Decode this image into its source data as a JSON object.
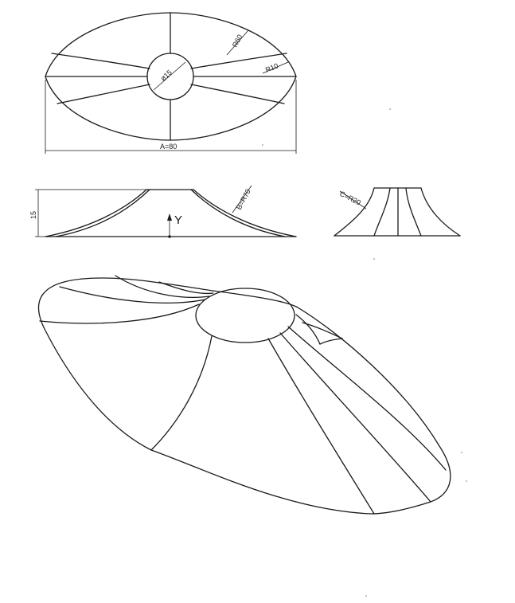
{
  "top_view": {
    "radius_outer": "R60",
    "radius_small": "R10",
    "hole_diameter": "ø15",
    "length": "A=80"
  },
  "front_view": {
    "height": "15",
    "radius_b": "B=R70",
    "axis": "Y"
  },
  "side_view": {
    "radius_c": "C=R20"
  },
  "colors": {
    "line": "#1a1a1a",
    "paper": "#ffffff"
  }
}
